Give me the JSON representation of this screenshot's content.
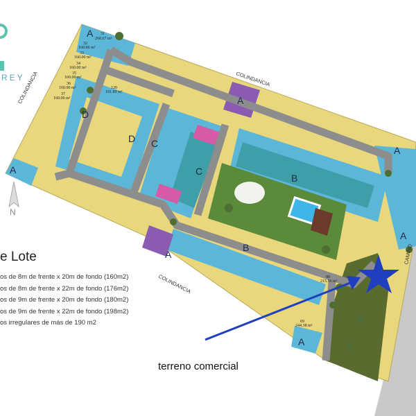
{
  "brand": {
    "logo_text": "REY"
  },
  "map": {
    "boundary_labels": {
      "north": "COLINDANCIA",
      "west": "COLINDANCIA",
      "south": "COLINDANCIA",
      "east_road": "CAMINO"
    },
    "zones": {
      "a": "A",
      "b": "B",
      "c": "C",
      "d": "D"
    },
    "lots": [
      {
        "num": "31",
        "area": "268.67 m²"
      },
      {
        "num": "32",
        "area": "160.00 m²"
      },
      {
        "num": "33",
        "area": "160.00 m²"
      },
      {
        "num": "34",
        "area": "160.00 m²"
      },
      {
        "num": "35",
        "area": "160.00 m²"
      },
      {
        "num": "36",
        "area": "160.00 m²"
      },
      {
        "num": "37",
        "area": "160.00 m²"
      },
      {
        "num": "120",
        "area": "191.89 m²"
      },
      {
        "num": "69",
        "area": "244.38 m²"
      },
      {
        "num": "80",
        "area": "215.56 m²"
      }
    ],
    "compass": "N",
    "colors": {
      "yellow": "#e8d77c",
      "blue": "#58b5d6",
      "teal": "#3f9fa8",
      "purple": "#8a5bb0",
      "pink": "#d65aa6",
      "road": "#8d8d8d",
      "green": "#5b7a3a",
      "star": "#1f3fbf"
    }
  },
  "legend": {
    "title": "e Lote",
    "items": [
      "os de 8m de frente x 20m de fondo (160m2)",
      "os de 8m de frente x 22m de fondo (176m2)",
      "os de 9m de frente x 20m de fondo (180m2)",
      "os de 9m de frente x 22m de fondo (198m2)",
      "os irregulares de más de 190 m2"
    ]
  },
  "annotation": {
    "label": "terreno comercial"
  }
}
